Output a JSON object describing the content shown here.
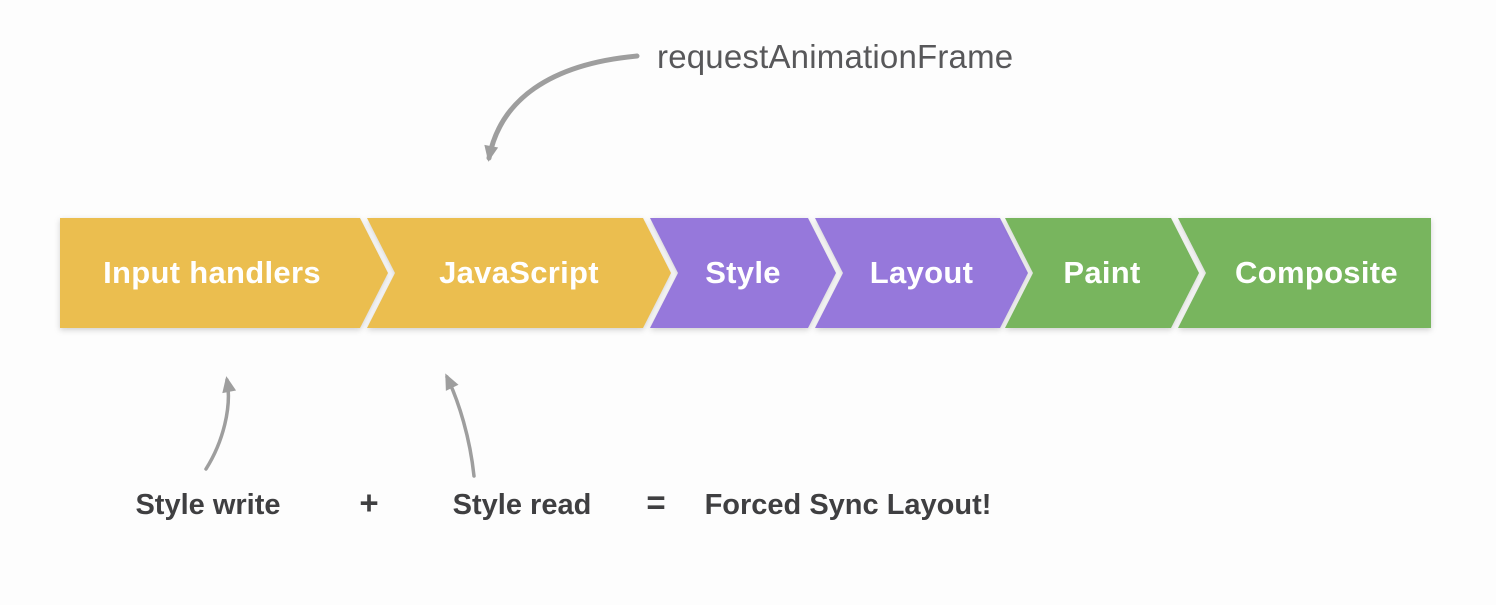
{
  "colors": {
    "background": "#FDFDFD",
    "arrow": "#9E9E9E",
    "text_dark": "#3F3F41",
    "text_medium": "#58585A",
    "segment_label": "#FFFFFF"
  },
  "raf_annotation": {
    "label": "requestAnimationFrame"
  },
  "pipeline": [
    {
      "label": "Input handlers",
      "color": "#EBBE4F"
    },
    {
      "label": "JavaScript",
      "color": "#EBBE4F"
    },
    {
      "label": "Style",
      "color": "#9678DB"
    },
    {
      "label": "Layout",
      "color": "#9678DB"
    },
    {
      "label": "Paint",
      "color": "#78B55E"
    },
    {
      "label": "Composite",
      "color": "#78B55E"
    }
  ],
  "equation": {
    "style_write": "Style write",
    "plus": "+",
    "style_read": "Style read",
    "equals": "=",
    "result": "Forced Sync Layout!"
  }
}
